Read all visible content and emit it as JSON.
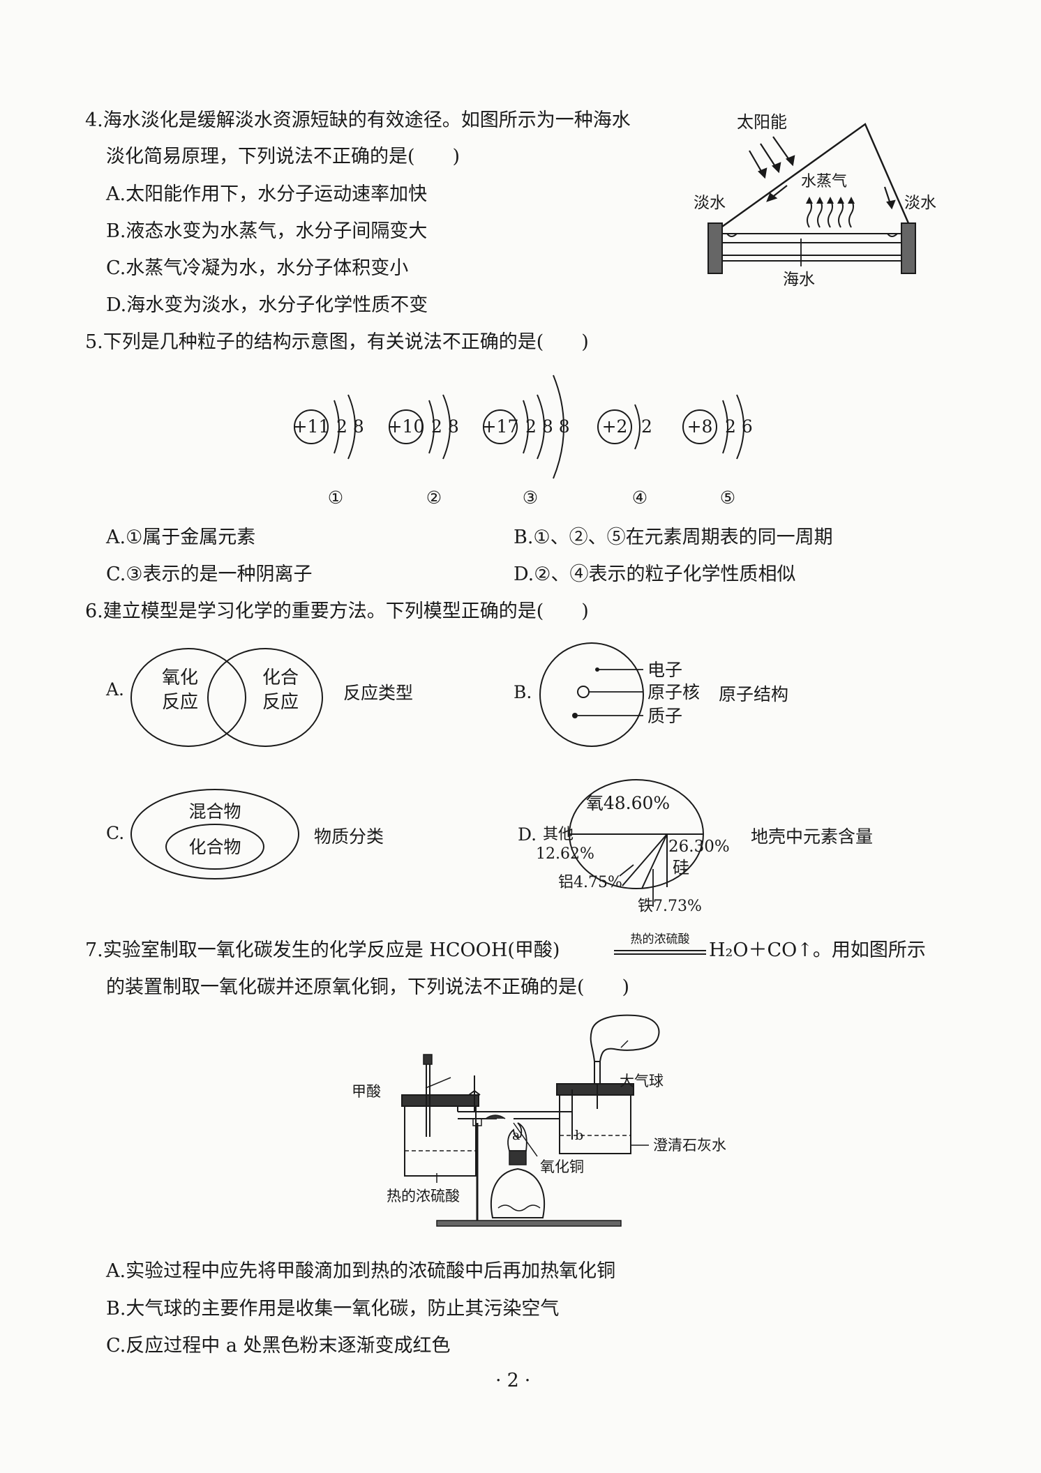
{
  "q4": {
    "stem_line1": "4.海水淡化是缓解淡水资源短缺的有效途径。如图所示为一种海水",
    "stem_line2": "淡化简易原理，下列说法不正确的是(　　)",
    "options": [
      "A.太阳能作用下，水分子运动速率加快",
      "B.液态水变为水蒸气，水分子间隔变大",
      "C.水蒸气冷凝为水，水分子体积变小",
      "D.海水变为淡水，水分子化学性质不变"
    ],
    "figure": {
      "sun_label": "太阳能",
      "vapor_label": "水蒸气",
      "left_label": "淡水",
      "right_label": "淡水",
      "sea_label": "海水"
    }
  },
  "q5": {
    "stem": "5.下列是几种粒子的结构示意图，有关说法不正确的是(　　)",
    "particles": [
      {
        "nucleus": "+11",
        "shells": "2 8",
        "num": "①"
      },
      {
        "nucleus": "+10",
        "shells": "2 8",
        "num": "②"
      },
      {
        "nucleus": "+17",
        "shells": "2 8 8",
        "num": "③"
      },
      {
        "nucleus": "+2",
        "shells": "2",
        "num": "④"
      },
      {
        "nucleus": "+8",
        "shells": "2 6",
        "num": "⑤"
      }
    ],
    "options": {
      "a": "A.①属于金属元素",
      "b": "B.①、②、⑤在元素周期表的同一周期",
      "c": "C.③表示的是一种阴离子",
      "d": "D.②、④表示的粒子化学性质相似"
    }
  },
  "q6": {
    "stem": "6.建立模型是学习化学的重要方法。下列模型正确的是(　　)",
    "a": {
      "letter": "A.",
      "left_1": "氧化",
      "left_2": "反应",
      "right_1": "化合",
      "right_2": "反应",
      "caption": "反应类型"
    },
    "b": {
      "letter": "B.",
      "l1": "电子",
      "l2": "原子核",
      "l3": "质子",
      "caption": "原子结构"
    },
    "c": {
      "letter": "C.",
      "outer": "混合物",
      "inner": "化合物",
      "caption": "物质分类"
    },
    "d": {
      "letter": "D.",
      "oxygen": "氧48.60%",
      "silicon_pct": "26.30%",
      "silicon": "硅",
      "other_1": "其他",
      "other_2": "12.62%",
      "al": "铝4.75%",
      "fe": "铁7.73%",
      "caption": "地壳中元素含量"
    }
  },
  "q7": {
    "stem_part1": "7.实验室制取一氧化碳发生的化学反应是 HCOOH(甲酸)",
    "condition": "热的浓硫酸",
    "products": "H₂O＋CO↑。用如图所示",
    "stem_line2": "的装置制取一氧化碳并还原氧化铜，下列说法不正确的是(　　)",
    "figure": {
      "balloon": "大气球",
      "formic": "甲酸",
      "a": "a",
      "b": "b",
      "limewater": "澄清石灰水",
      "cuo": "氧化铜",
      "h2so4": "热的浓硫酸"
    },
    "options": [
      "A.实验过程中应先将甲酸滴加到热的浓硫酸中后再加热氧化铜",
      "B.大气球的主要作用是收集一氧化碳，防止其污染空气",
      "C.反应过程中 a 处黑色粉末逐渐变成红色"
    ]
  },
  "page": "·2·"
}
